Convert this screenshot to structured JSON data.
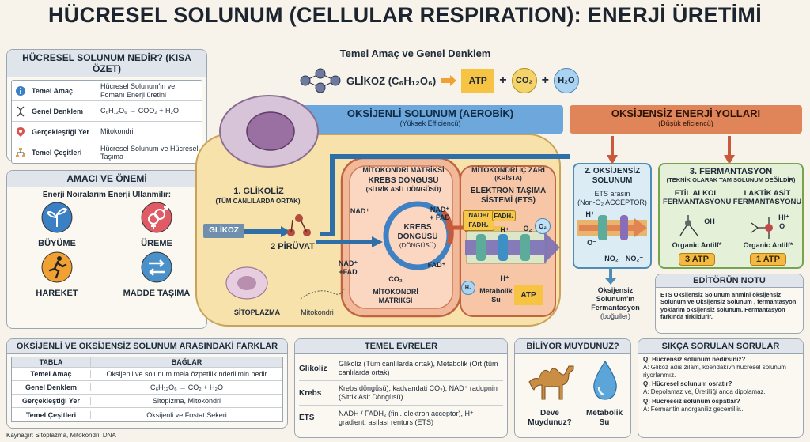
{
  "title": "HÜCRESEL SOLUNUM (CELLULAR RESPIRATION): ENERJİ ÜRETİMİ",
  "summary": {
    "heading": "HÜCRESEL SOLUNUM NEDİR? (KISA ÖZET)",
    "rows": [
      {
        "icon": "info-icon",
        "label": "Temel Amaç",
        "value": "Hücresel Solunum'in ve Fomanı Enerji üretini"
      },
      {
        "icon": "dna-icon",
        "label": "Genel Denklem",
        "value": "C₆H₁₂O₆ → COO₂ + H₂O"
      },
      {
        "icon": "location-pin-icon",
        "label": "Gerçekleştiği Yer",
        "value": "Mitokondri"
      },
      {
        "icon": "hierarchy-icon",
        "label": "Temel Çeşitleri",
        "value": "Hücresel Solunum ve Hücresel Taşıma"
      }
    ]
  },
  "purpose": {
    "heading": "AMACI VE ÖNEMİ",
    "subheading": "Enerji Noıralarım Enerji Ullanmilır:",
    "items": [
      {
        "icon": "growth-plant-icon",
        "label": "BÜYÜME",
        "color": "#3b7fc4"
      },
      {
        "icon": "gender-symbol-icon",
        "label": "ÜREME",
        "color": "#e05b66"
      },
      {
        "icon": "running-person-icon",
        "label": "HAREKET",
        "color": "#f0a132"
      },
      {
        "icon": "transport-arrows-icon",
        "label": "MADDE TAŞIMA",
        "color": "#4a90c9"
      }
    ]
  },
  "equation": {
    "heading": "Temel Amaç ve Genel Denklem",
    "glucose": "GLİKOZ (C₆H₁₂O₆)",
    "atp": "ATP",
    "plus1": "+",
    "co2": "CO₂",
    "plus2": "+",
    "h2o": "H₂O"
  },
  "aerobic": {
    "banner": "OKSİJENLİ SOLUNUM (AEROBİK)",
    "sub": "(Yüksek Efficiencü)",
    "color": "#5b9bd5"
  },
  "anaerobic": {
    "banner": "OKSİJENSİZ ENERJİ YOLLARI",
    "sub": "(Düşük eficiencü)",
    "color": "#e07a4f"
  },
  "cell": {
    "glycolysis_title": "1. GLİKOLİZ",
    "glycolysis_sub": "(TÜM CANLILARDA ORTAK)",
    "glucose_tag": "GLİKOZ",
    "pyruvate": "2 PİRÜVAT",
    "cytoplasm": "SİTOPLAZMA",
    "mitochondria": "Mitokondri"
  },
  "krebs": {
    "matrix_top": "MİTOKONDRİ MATRİKSİ",
    "title": "KREBS DÖNGÜSÜ",
    "sub": "(SİTRİK ASİT DÖNGÜSÜ)",
    "center1": "KREBS",
    "center2": "DÖNGÜSÜ",
    "center3": "(DÖNGÜSÜ)",
    "nad_left": "NAD⁺",
    "nad_right": "NAD⁺",
    "fad_right": "+ FAD",
    "nad_bottom": "NAD⁺",
    "fad_bottom": "+FAD",
    "co2": "CO₂",
    "fad_plus": "FAD⁺",
    "matrix_bottom1": "MİTOKONDRİ",
    "matrix_bottom2": "MATRİKSİ"
  },
  "ets": {
    "top1": "MİTOKONDRİ İÇ ZARI",
    "top2": "(KRİSTA)",
    "title1": "ELEKTRON TAŞIMA",
    "title2": "SİSTEMİ (ETS)",
    "nadh": "NADH/",
    "fadh": "FADH₂",
    "fadh2": "FADH₂",
    "hplus1": "H⁺",
    "o2a": "O₂",
    "o2b": "O₂",
    "h2": "H₂",
    "hplus2": "H⁺",
    "metabolic1": "Metabolik",
    "metabolic2": "Su",
    "atp": "ATP"
  },
  "anaerobic_box": {
    "title1": "2. OKSİJENSİZ",
    "title2": "SOLUNUM",
    "ets1": "ETS arasın",
    "ets2": "(Non-O₂ ACCEPTOR)",
    "hplus": "H⁺",
    "ominus": "O⁻",
    "no2a": "NO₂",
    "no2b": "NO₂⁻",
    "foot1": "Oksijensiz",
    "foot2": "Solunum'ın",
    "foot3": "Fermantasyon",
    "foot4": "(boğuller)"
  },
  "fermentation": {
    "title": "3. FERMANTASYON",
    "sub": "(TEKNİK OLARAK TAM SOLUNUM DEĞİLDİR)",
    "ethyl1": "ETİL ALKOL",
    "ethyl2": "FERMANTASYONU",
    "lactic1": "LAKTİK ASİT",
    "lactic2": "FERMANTASYONU",
    "oh": "OH",
    "hi": "HI⁺",
    "o_minus": "O⁻",
    "organic1": "Organic Antilf*",
    "organic2": "Organic Antilf*",
    "atp1": "3 ATP",
    "atp2": "1 ATP"
  },
  "editor": {
    "heading": "EDİTÖRÜN NOTU",
    "text": "ETS Oksijensiz Solunum anmini oksijensiz Solunum ve Oksijensiz Solunum , fermantasyon yoklarim oksijensiz solunum. Fermantasyon farkında tirkildürir."
  },
  "differences": {
    "heading": "OKSİJENLİ VE OKSİJENSİZ SOLUNUM ARASINDAKİ FARKLAR",
    "col1": "TABLA",
    "col2": "BAĞLAR",
    "rows": [
      {
        "label": "Temel Amaç",
        "value": "Oksijenli ve solunum mela özpetilik nderilimin bedir"
      },
      {
        "label": "Genel Denklem",
        "value": "C₆H₁₂O₆ → CO₂ + H₂O"
      },
      {
        "label": "Gerçekleştiği Yer",
        "value": "Sitoplzma, Mitokondri"
      },
      {
        "label": "Temel Çeşitleri",
        "value": "Oksijenli ve Fostat Sekeri"
      }
    ],
    "source": "Kaynağır: Sitoplazma, Mitokondri, DNA"
  },
  "stages": {
    "heading": "TEMEL EVRELER",
    "rows": [
      {
        "label": "Glikoliz",
        "value": "Glikoliz (Tüm canlılarda ortak), Metabolik (Ort (tüm canlılarda ortak)"
      },
      {
        "label": "Krebs",
        "value": "Krebs döngüsü), kadvandati CO₂), NAD⁺ radupnin (Sitrik Asit Döngüsü)"
      },
      {
        "label": "ETS",
        "value": "NADH / FADH₂ (finl. elektron acceptor), H⁺ gradient: asılası renturs (ETS)"
      }
    ]
  },
  "didyouknow": {
    "heading": "BİLİYOR MUYDUNUZ?",
    "camel1": "Deve",
    "camel2": "Muydunuz?",
    "water1": "Metabolik",
    "water2": "Su"
  },
  "faq": {
    "heading": "SIKÇA SORULAN SORULAR",
    "items": [
      {
        "q": "Q: Hücrensiz solunum nedirsınız?",
        "a": "A: Glikoz adısızılam, koendakıvn hücresel solunum riyorlanmız."
      },
      {
        "q": "Q: Hücresel solunum osratır?",
        "a": "A: Depolamaz ve, Üretilliği anda dipolamaz."
      },
      {
        "q": "Q: Hücreseiz solunum ospatlar?",
        "a": "A: Fermantin anorganiliz gecemillir.."
      }
    ]
  }
}
